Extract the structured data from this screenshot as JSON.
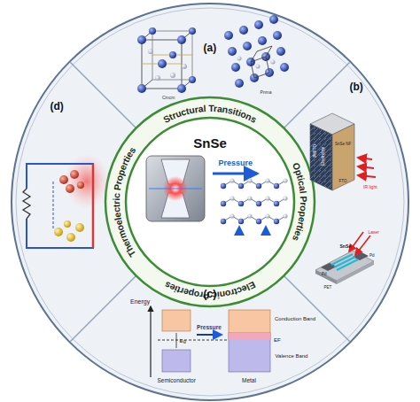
{
  "diagram": {
    "nodes": [
      {
        "text": [
          "SnSe"
        ]
      }
    ],
    "labels": [
      "(a)",
      "(b)",
      "(c)",
      "(d)",
      "Structural Transitions",
      "Optical Properties",
      "Electronic Properties",
      "Thermoelectric Properties",
      "Pressure",
      "Energy",
      "Pressure",
      "Conduction Band",
      "Eg",
      "EF",
      "Valence Band",
      "Semiconductor",
      "Metal",
      "Pt/FTO",
      "Electrolyte",
      "SnSe NF",
      "FTO",
      "IR light",
      "Laser",
      "SnSe",
      "Pd",
      "Pd",
      "PET",
      "Cmcm",
      "Pnma"
    ]
  }
}
